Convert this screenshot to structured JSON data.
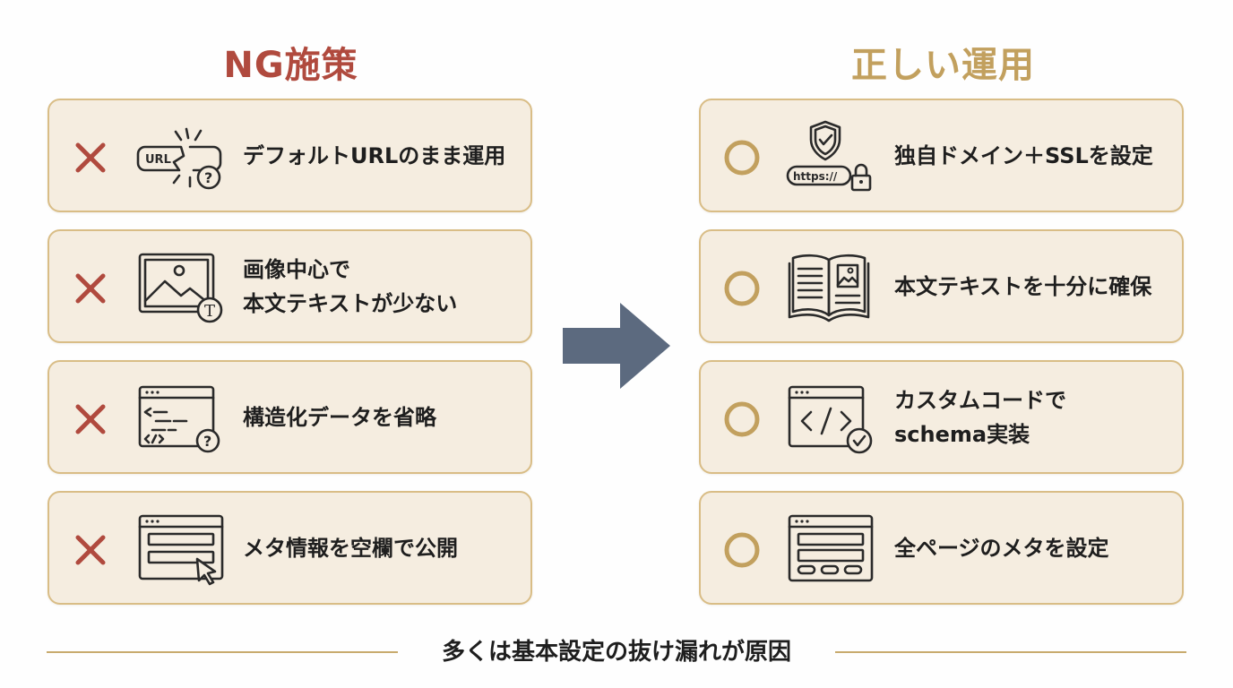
{
  "ng": {
    "title": "NG施策",
    "items": [
      {
        "label": "デフォルトURLのまま運用",
        "icon": "broken-url-icon",
        "icon_text": "URL"
      },
      {
        "label": "画像中心で\n本文テキストが少ない",
        "icon": "image-text-icon",
        "icon_text": "T"
      },
      {
        "label": "構造化データを省略",
        "icon": "code-question-icon"
      },
      {
        "label": "メタ情報を空欄で公開",
        "icon": "empty-form-cursor-icon"
      }
    ]
  },
  "ok": {
    "title": "正しい運用",
    "items": [
      {
        "label": "独自ドメイン＋SSLを設定",
        "icon": "shield-https-lock-icon",
        "icon_text": "https://"
      },
      {
        "label": "本文テキストを十分に確保",
        "icon": "open-book-icon"
      },
      {
        "label": "カスタムコードで\nschema実装",
        "icon": "code-check-icon"
      },
      {
        "label": "全ページのメタを設定",
        "icon": "page-form-icon"
      }
    ]
  },
  "footer": {
    "text": "多くは基本設定の抜け漏れが原因"
  },
  "colors": {
    "ng": "#b04a3e",
    "ok": "#c2a05e",
    "card_bg": "#f5ede0",
    "card_border": "#d9bd86",
    "arrow": "#5c6a7f"
  }
}
